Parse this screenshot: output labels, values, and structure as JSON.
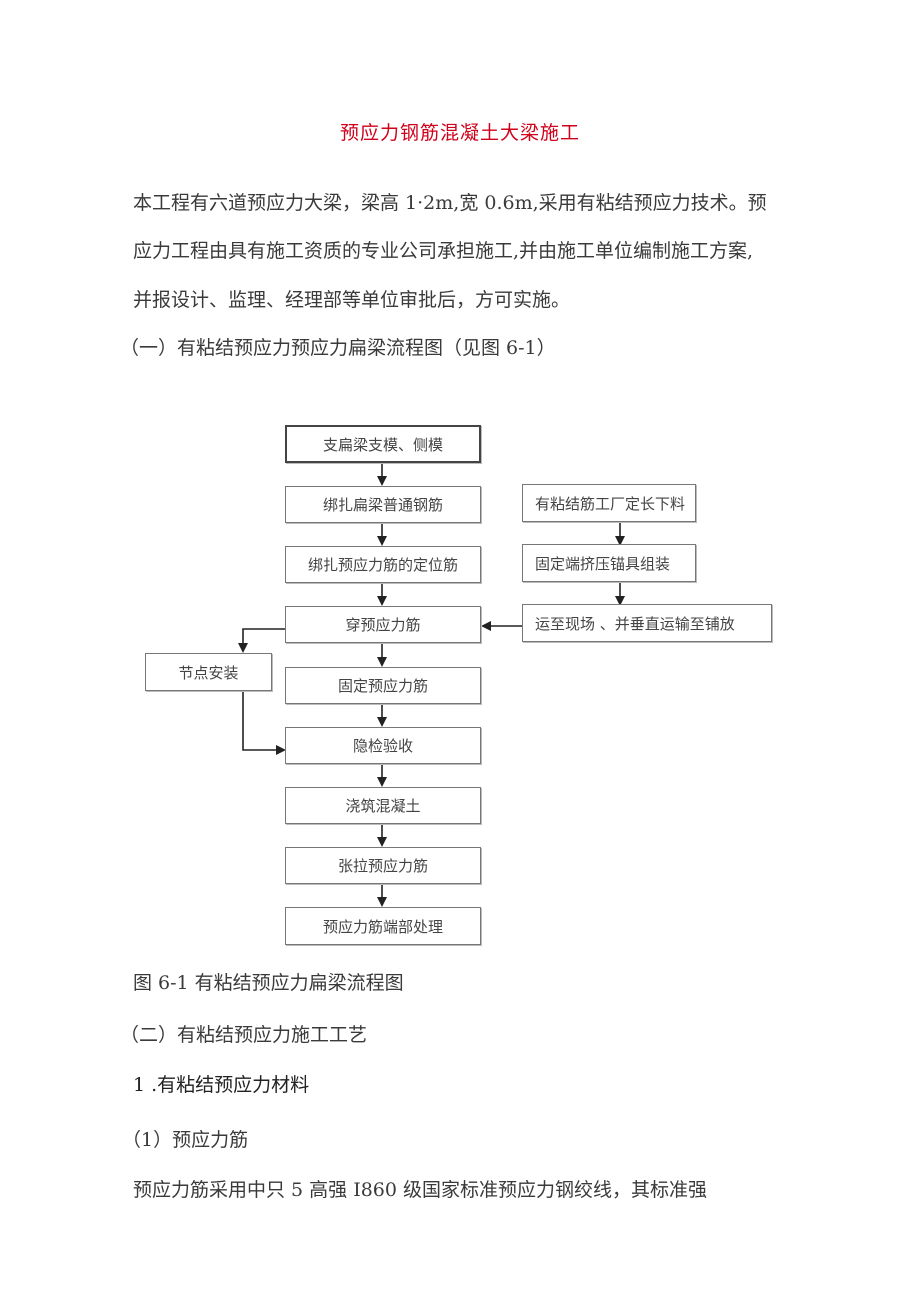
{
  "document": {
    "title": "预应力钢筋混凝土大梁施工",
    "title_color": "#d0021b",
    "paragraphs": [
      "本工程有六道预应力大梁，梁高 1·2m,宽 0.6m,采用有粘结预应力技术。预",
      "应力工程由具有施工资质的专业公司承担施工,并由施工单位编制施工方案,",
      "并报设计、监理、经理部等单位审批后，方可实施。",
      "（一）有粘结预应力预应力扁梁流程图（见图 6-1）"
    ],
    "figure_caption": "图 6-1 有粘结预应力扁梁流程图",
    "section_2": "（二）有粘结预应力施工工艺",
    "subsection_1": "1 .有粘结预应力材料",
    "item_1": "（1）预应力筋",
    "last_line": "预应力筋采用中只 5 高强 I860 级国家标准预应力钢绞线，其标准强"
  },
  "flowchart": {
    "main": [
      "支扁梁支模、侧模",
      "绑扎扁梁普通钢筋",
      "绑扎预应力筋的定位筋",
      "穿预应力筋",
      "固定预应力筋",
      "隐检验收",
      "浇筑混凝土",
      "张拉预应力筋",
      "预应力筋端部处理"
    ],
    "right": [
      "有粘结筋工厂定长下料",
      "固定端挤压锚具组装",
      "运至现场 、并垂直运输至铺放"
    ],
    "side": "节点安装"
  }
}
